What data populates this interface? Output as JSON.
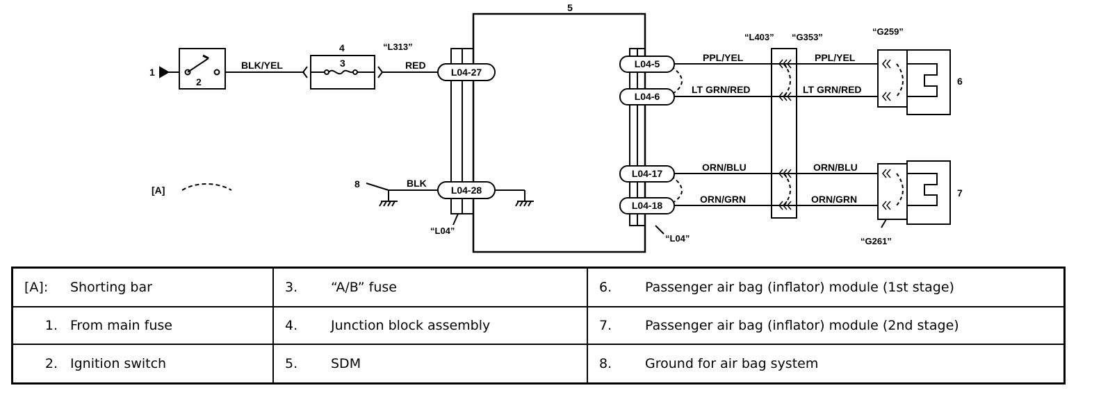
{
  "diagram": {
    "title_number": "5",
    "sdm_label": "5",
    "items": {
      "from_main_fuse": "1",
      "ignition_switch": "2",
      "fuse": "3",
      "junction_block": "4",
      "module_1st": "6",
      "module_2nd": "7",
      "ground": "8"
    },
    "shorting_bar_key": "[A]",
    "connectors": {
      "l313": "“L313”",
      "l04_left": "“L04”",
      "l04_right": "“L04”",
      "l403": "“L403”",
      "g353": "“G353”",
      "g259": "“G259”",
      "g261": "“G261”"
    },
    "terminals": {
      "l04_27": "L04-27",
      "l04_28": "L04-28",
      "l04_5": "L04-5",
      "l04_6": "L04-6",
      "l04_17": "L04-17",
      "l04_18": "L04-18"
    },
    "wires": {
      "blk_yel": "BLK/YEL",
      "red": "RED",
      "blk": "BLK",
      "ppl_yel_1": "PPL/YEL",
      "ppl_yel_2": "PPL/YEL",
      "ltgrn_red_1": "LT GRN/RED",
      "ltgrn_red_2": "LT GRN/RED",
      "orn_blu_1": "ORN/BLU",
      "orn_blu_2": "ORN/BLU",
      "orn_grn_1": "ORN/GRN",
      "orn_grn_2": "ORN/GRN"
    }
  },
  "legend": {
    "rows": [
      [
        {
          "key": "[A]:",
          "text": "Shorting bar"
        },
        {
          "key": "3.",
          "text": "“A/B” fuse"
        },
        {
          "key": "6.",
          "text": "Passenger air bag (inflator) module (1st stage)"
        }
      ],
      [
        {
          "key": "1.",
          "text": "From main fuse"
        },
        {
          "key": "4.",
          "text": "Junction block assembly"
        },
        {
          "key": "7.",
          "text": "Passenger air bag (inflator) module (2nd stage)"
        }
      ],
      [
        {
          "key": "2.",
          "text": "Ignition switch"
        },
        {
          "key": "5.",
          "text": "SDM"
        },
        {
          "key": "8.",
          "text": "Ground for air bag system"
        }
      ]
    ]
  }
}
